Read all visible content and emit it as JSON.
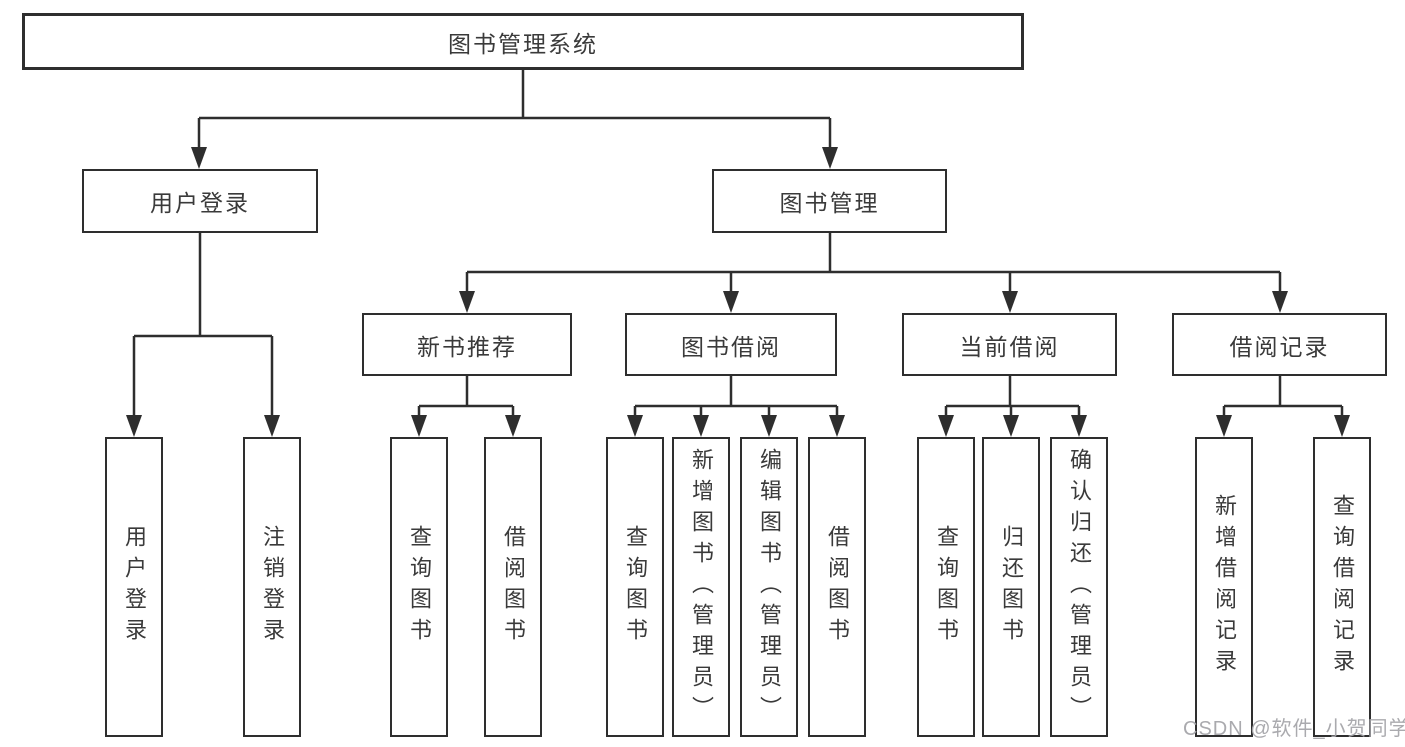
{
  "diagram": {
    "title": "图书管理系统",
    "root": {
      "label": "图书管理系统"
    },
    "level2": [
      {
        "label": "用户登录"
      },
      {
        "label": "图书管理"
      }
    ],
    "level3": [
      {
        "label": "新书推荐"
      },
      {
        "label": "图书借阅"
      },
      {
        "label": "当前借阅"
      },
      {
        "label": "借阅记录"
      }
    ],
    "leaves": [
      {
        "label": "用户登录"
      },
      {
        "label": "注销登录"
      },
      {
        "label": "查询图书"
      },
      {
        "label": "借阅图书"
      },
      {
        "label": "查询图书"
      },
      {
        "label": "新增图书（管理员）"
      },
      {
        "label": "编辑图书（管理员）"
      },
      {
        "label": "借阅图书"
      },
      {
        "label": "查询图书"
      },
      {
        "label": "归还图书"
      },
      {
        "label": "确认归还（管理员）"
      },
      {
        "label": "新增借阅记录"
      },
      {
        "label": "查询借阅记录"
      }
    ]
  },
  "colors": {
    "line": "#2e2e2e",
    "text": "#3a3a3a",
    "background": "#ffffff",
    "watermark": "#a5a5aa"
  },
  "watermark": {
    "text": "CSDN @软件_小贺同学"
  }
}
